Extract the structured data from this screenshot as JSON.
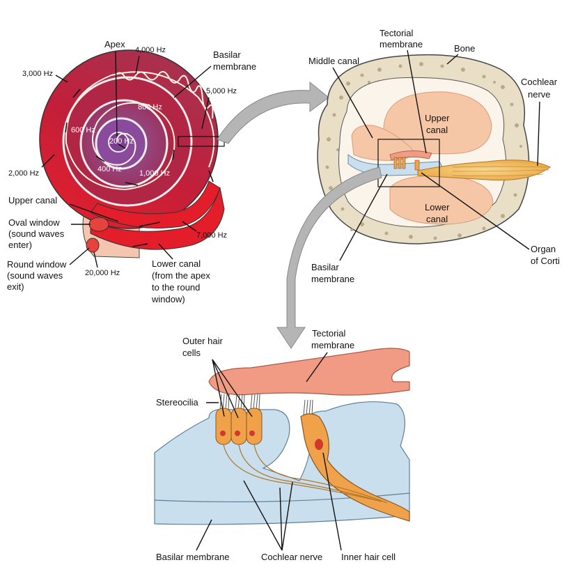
{
  "colors": {
    "spiral_outer": "#d7192a",
    "spiral_inner": "#7b3f8c",
    "bone": "#e9dfc6",
    "canal_fill": "#f6c7a6",
    "membrane_pink": "#f19a84",
    "fluid_blue": "#c9dfee",
    "hair_cell_orange": "#f0a24a",
    "nerve_yellow": "#f7c56a",
    "arrow_gray": "#b5b5b5"
  },
  "spiral_panel": {
    "apex": "Apex",
    "basilar_membrane_line1": "Basilar",
    "basilar_membrane_line2": "membrane",
    "frequencies": {
      "hz_4000": "4,000 Hz",
      "hz_3000": "3,000 Hz",
      "hz_5000": "5,000 Hz",
      "hz_800": "800 Hz",
      "hz_600": "600 Hz",
      "hz_200": "200 Hz",
      "hz_400": "400 Hz",
      "hz_1000": "1,000 Hz",
      "hz_2000": "2,000 Hz",
      "hz_7000": "7,000 Hz",
      "hz_20000": "20,000 Hz"
    },
    "upper_canal": "Upper canal",
    "oval_window": [
      "Oval window",
      "(sound waves",
      "enter)"
    ],
    "round_window": [
      "Round window",
      "(sound waves",
      "exit)"
    ],
    "lower_canal": [
      "Lower canal",
      "(from the apex",
      "to the round",
      "window)"
    ]
  },
  "cross_section_panel": {
    "tectorial_membrane": [
      "Tectorial",
      "membrane"
    ],
    "bone": "Bone",
    "middle_canal": "Middle canal",
    "cochlear_nerve": [
      "Cochlear",
      "nerve"
    ],
    "upper_canal": [
      "Upper",
      "canal"
    ],
    "lower_canal": [
      "Lower",
      "canal"
    ],
    "organ_of_corti": [
      "Organ",
      "of Corti"
    ],
    "basilar_membrane": [
      "Basilar",
      "membrane"
    ]
  },
  "detail_panel": {
    "tectorial_membrane": [
      "Tectorial",
      "membrane"
    ],
    "outer_hair_cells": [
      "Outer hair",
      "cells"
    ],
    "stereocilia": "Stereocilia",
    "basilar_membrane": "Basilar membrane",
    "cochlear_nerve": "Cochlear nerve",
    "inner_hair_cell": "Inner hair cell"
  }
}
